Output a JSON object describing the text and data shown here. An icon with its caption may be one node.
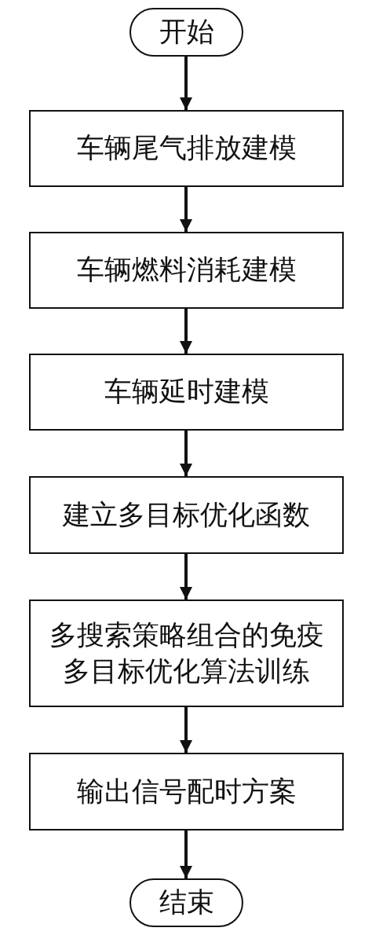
{
  "diagram": {
    "nodes": [
      {
        "text": [
          "开始"
        ]
      },
      {
        "text": [
          "车辆尾气排放建模"
        ]
      },
      {
        "text": [
          "车辆燃料消耗建模"
        ]
      },
      {
        "text": [
          "车辆延时建模"
        ]
      },
      {
        "text": [
          "建立多目标优化函数"
        ]
      },
      {
        "text": [
          "多搜索策略组合的免疫多目标优化算法训练"
        ]
      },
      {
        "text": [
          "输出信号配时方案"
        ]
      },
      {
        "text": [
          "结束"
        ]
      }
    ],
    "edges": [
      {
        "from": 0,
        "to": 1,
        "arrow": "to"
      },
      {
        "from": 1,
        "to": 2,
        "arrow": "to"
      },
      {
        "from": 2,
        "to": 3,
        "arrow": "to"
      },
      {
        "from": 3,
        "to": 4,
        "arrow": "to"
      },
      {
        "from": 4,
        "to": 5,
        "arrow": "to"
      },
      {
        "from": 5,
        "to": 6,
        "arrow": "to"
      },
      {
        "from": 6,
        "to": 7,
        "arrow": "to"
      }
    ]
  }
}
